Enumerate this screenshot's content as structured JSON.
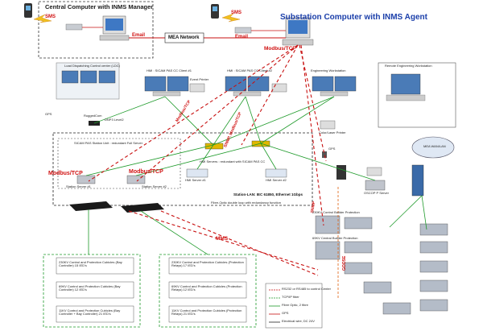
{
  "header": {
    "central_title": "Central Computer with INMS Manager",
    "substation_title": "Substation Computer with INMS Agent",
    "sms_left": "SMS",
    "sms_right": "SMS",
    "email_left": "Email",
    "email_right": "Email",
    "mea_network": "MEA Network",
    "modbus_top": "Modbus/TCP"
  },
  "nodes": {
    "ldc": "Load Dispatching Control center (LDC)",
    "hmi1": "HMI : SICAM PAS CC Client #1",
    "hmi2": "HMI : SICAM PAS CC Client #2",
    "eng_ws": "Engineering Workstation",
    "remote_eng": "Remote Engineering Workstation",
    "event_printer": "Event Printer",
    "dnp3": "DNP3 Level2",
    "station_unit": "SICAM PAS Station Unit : redundant Full Server",
    "station_server1": "Station Server #1",
    "station_server2": "Station Server #2",
    "hmi_servers": "HMI Servers : redundant with SICAM PAS CC",
    "hmi_server1": "HMI Server #1",
    "hmi_server2": "HMI Server #2",
    "station_lan": "Station-LAN: IEC 61850, Ethernet 1Gbps",
    "fibre_loop": "Fibre-Optic double loop with redundancy function",
    "oscop": "OSCOP P Server",
    "gps1": "GPS",
    "gps2": "GPS",
    "mea_wanlan": "MEA WAN/LAN",
    "color_printer": "Color/Laser Printer",
    "ruggedcom": "RuggedCom"
  },
  "protocols": {
    "modbus_1": "Modbus/TCP",
    "modbus_2": "Modbus/TCP",
    "modbus_3": "Modbus/TCP",
    "snmp_modbus": "SNMP, Modbus/TCP",
    "mms": "MMS",
    "goose": "GOOSE",
    "snmp": "SNMP"
  },
  "cubicles": {
    "left": [
      "230KV Control and Protection Cubicles (Bay Controller) 15 IED's",
      "69KV Control and Protection Cubicles (Bay Controller) 12 IED's",
      "11KV Control and Protection Cubicles (Bay Controller + Bay Controller) 21 IED's"
    ],
    "right": [
      "230KV Control and Protection Cubicles (Protection Relays) 17 IED's",
      "69KV Control and Protection Cubicles (Protection Relays) 12 IED's",
      "11KV Control and Protection Cubicles (Protection Relays) 21 IED's"
    ],
    "builder_1": "230KV Control Builder Protection",
    "builder_2": "69KV Central Builder Protection"
  },
  "legend": {
    "items": [
      "RS232 or RS485 to control Center",
      "TCP/IP fiber",
      "Fibre Optic, 2 fibre",
      "GPS",
      "Electrical wire, DC 24V"
    ]
  },
  "colors": {
    "red_dashed": "#c81010",
    "green_line": "#1e9a2a",
    "blue_text": "#1b3faa",
    "black_dashed": "#222222"
  }
}
